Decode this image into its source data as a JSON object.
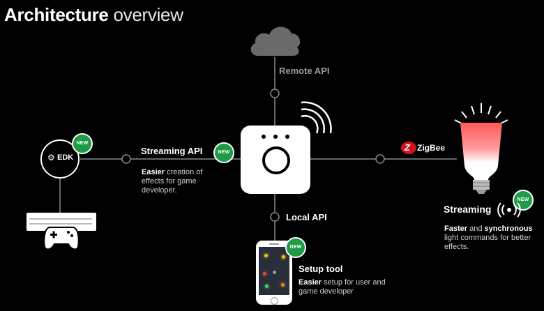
{
  "title": {
    "bold": "Architecture",
    "light": "overview"
  },
  "remote_api": {
    "label": "Remote API"
  },
  "local_api": {
    "label": "Local API"
  },
  "edk": {
    "label": "EDK"
  },
  "new_badge": "NEW",
  "streaming_api": {
    "label": "Streaming API",
    "desc_bold": "Easier",
    "desc_rest": " creation of effects for game developer."
  },
  "zigbee": {
    "label": "ZigBee"
  },
  "streaming": {
    "label": "Streaming",
    "desc_bold1": "Faster",
    "desc_mid": " and ",
    "desc_bold2": "synchronous",
    "desc_rest": " light commands for better effects."
  },
  "setup_tool": {
    "label": "Setup tool",
    "desc_bold": "Easier",
    "desc_rest": " setup for user and game developer"
  },
  "colors": {
    "badge": "#1f9a45",
    "bulb_top": "#ff5a5a",
    "zigbee_red": "#d0141a"
  }
}
